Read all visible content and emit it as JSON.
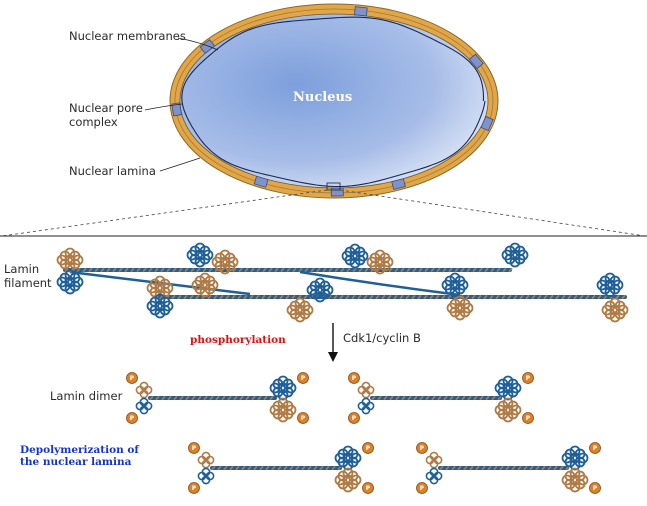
{
  "labels": {
    "nuclear_membranes": "Nuclear membranes",
    "nuclear_pore_complex": "Nuclear pore complex",
    "nuclear_lamina": "Nuclear lamina",
    "nucleus": "Nucleus",
    "lamin_filament": "Lamin filament",
    "phosphorylation": "phosphorylation",
    "enzyme": "Cdk1/cyclin B",
    "lamin_dimer": "Lamin dimer",
    "depolymerization": "Depolymerization of  the nuclear lamina"
  },
  "phosphate_symbol": "P",
  "colors": {
    "lamin_blue": "#1f5f9a",
    "lamin_brown": "#b07a45",
    "membrane": "#e3a647",
    "nucleus_fill": "#9fb9e6",
    "pore": "#7f93c8",
    "phosphate": "#d9822b",
    "annotation_red": "#e01010",
    "annotation_blue": "#1535c8"
  }
}
